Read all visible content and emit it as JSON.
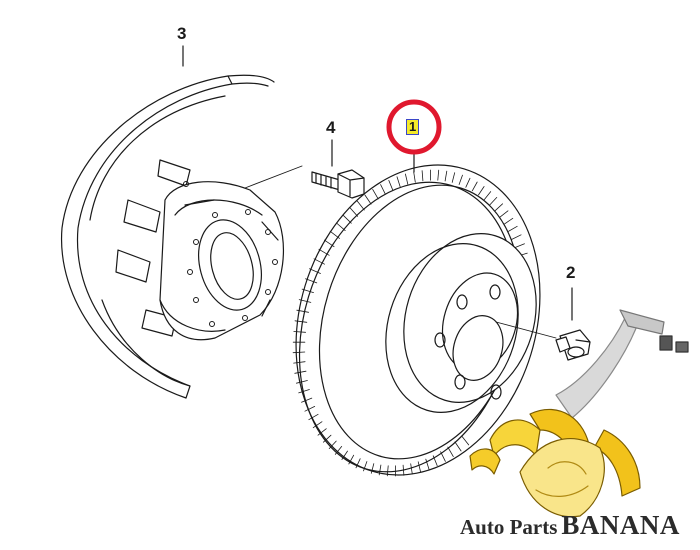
{
  "diagram": {
    "callouts": [
      {
        "id": "shield",
        "text": "3"
      },
      {
        "id": "bolt",
        "text": "4"
      },
      {
        "id": "disc",
        "text": "1",
        "highlighted": true,
        "highlight_color": "#e0182e"
      },
      {
        "id": "screw",
        "text": "2"
      }
    ],
    "line_color": "#1a1a1a"
  },
  "watermark": {
    "prefix": "Auto Parts",
    "name": "BANANA",
    "icon": "banana-icon",
    "accent": "#f2c21b"
  }
}
